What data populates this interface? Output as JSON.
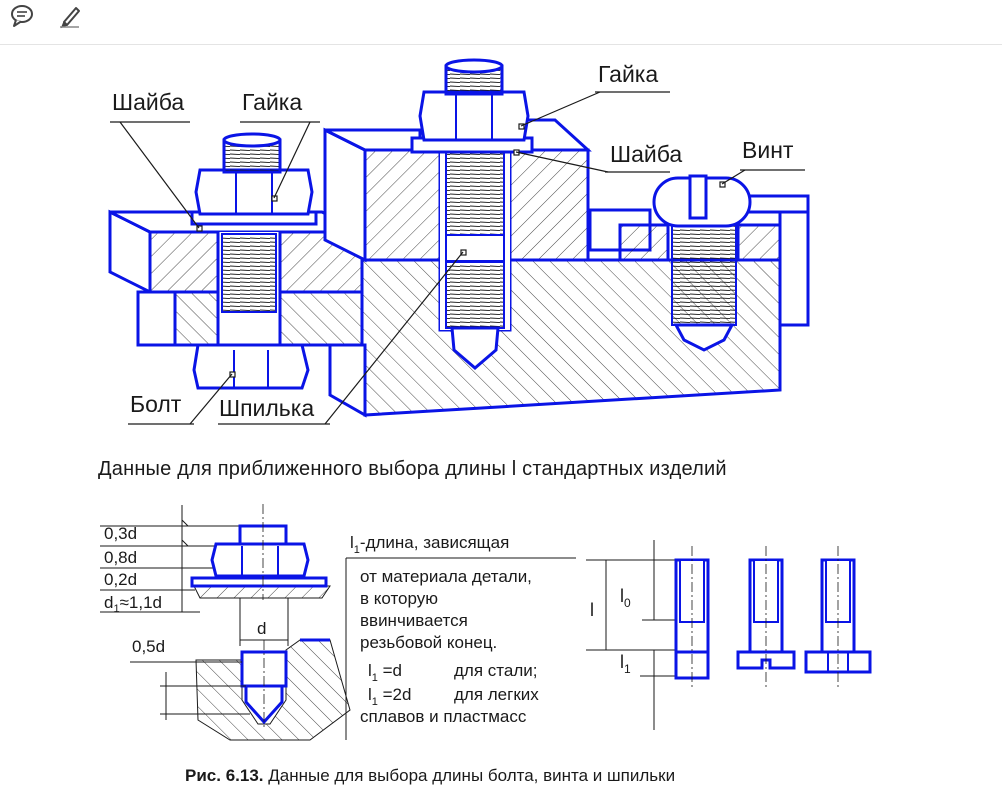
{
  "toolbar": {
    "buttons": [
      {
        "id": "comment",
        "icon": "speech-bubble-icon"
      },
      {
        "id": "draw",
        "icon": "pencil-icon"
      }
    ]
  },
  "figure_top": {
    "labels": {
      "washer_left": "Шайба",
      "nut_left": "Гайка",
      "nut_right": "Гайка",
      "washer_right": "Шайба",
      "screw": "Винт",
      "bolt": "Болт",
      "stud": "Шпилька"
    }
  },
  "heading": "Данные для приближенного выбора длины l стандартных изделий",
  "dimensions": {
    "d03": "0,3d",
    "d08": "0,8d",
    "d02": "0,2d",
    "d1_prefix": "d",
    "d1_sub": "1",
    "d1_rest": "≈1,1d",
    "d": "d",
    "d05": "0,5d",
    "l": "l",
    "l0": "l",
    "l0_sub": "0",
    "l1": "l",
    "l1_sub": "1"
  },
  "note": {
    "title_l": "l",
    "title_sub": "1",
    "title_rest": "-длина, зависящая",
    "line2": "от материала детали,",
    "line3": "в которую",
    "line4": "ввинчивается",
    "line5": "резьбовой конец.",
    "row1_l": "l",
    "row1_sub": "1",
    "row1_val": " =d",
    "row1_desc": "для стали;",
    "row2_l": "l",
    "row2_sub": "1",
    "row2_val": " =2d",
    "row2_desc": "для легких",
    "line8": "сплавов и пластмасс"
  },
  "caption": {
    "prefix": "Рис. 6.13.",
    "text": " Данные для выбора длины болта, винта и шпильки"
  },
  "colors": {
    "outline": "#0a14e6",
    "ink": "#1a1a1a"
  }
}
